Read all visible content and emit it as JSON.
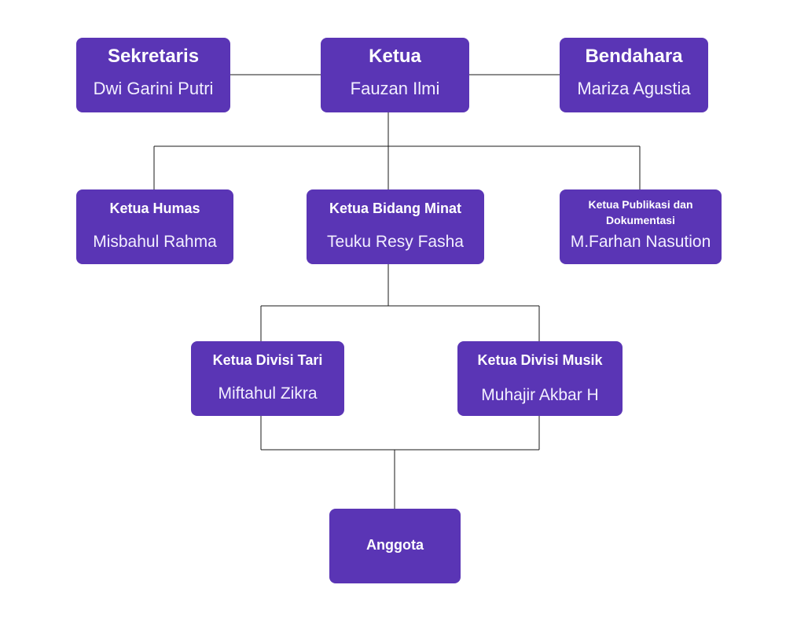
{
  "colors": {
    "box": "#5a35b5",
    "text": "#ffffff",
    "line": "#1a1a1a"
  },
  "nodes": {
    "sekretaris": {
      "role": "Sekretaris",
      "name": "Dwi Garini Putri"
    },
    "ketua": {
      "role": "Ketua",
      "name": "Fauzan Ilmi"
    },
    "bendahara": {
      "role": "Bendahara",
      "name": "Mariza Agustia"
    },
    "humas": {
      "role": "Ketua Humas",
      "name": "Misbahul Rahma"
    },
    "minat": {
      "role": "Ketua Bidang Minat",
      "name": "Teuku Resy Fasha"
    },
    "publikasi": {
      "role": "Ketua Publikasi dan Dokumentasi",
      "name": "M.Farhan Nasution"
    },
    "tari": {
      "role": "Ketua Divisi Tari",
      "name": "Miftahul Zikra"
    },
    "musik": {
      "role": "Ketua Divisi Musik",
      "name": "Muhajir Akbar H"
    },
    "anggota": {
      "role": "Anggota"
    }
  }
}
